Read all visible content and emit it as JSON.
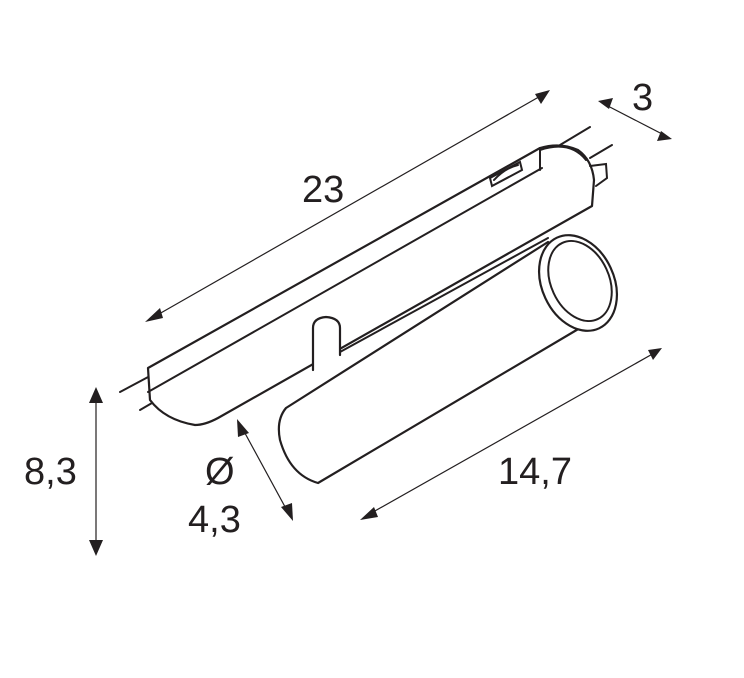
{
  "diagram": {
    "type": "technical-dimension-drawing",
    "subject": "track spotlight with cylindrical head on adapter",
    "colors": {
      "line": "#231f20",
      "background": "#ffffff"
    },
    "dimensions": {
      "length_total": "23",
      "depth": "3",
      "height": "8,3",
      "diameter_symbol": "Ø",
      "diameter": "4,3",
      "head_length": "14,7"
    }
  }
}
